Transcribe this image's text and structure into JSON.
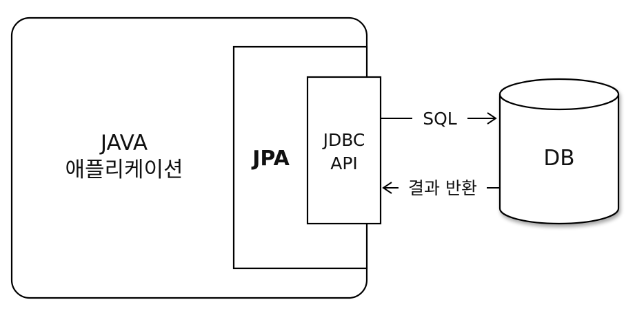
{
  "diagram": {
    "app": {
      "line1": "JAVA",
      "line2": "애플리케이션"
    },
    "jpa": {
      "label": "JPA"
    },
    "jdbc": {
      "line1": "JDBC",
      "line2": "API"
    },
    "request": {
      "label": "SQL"
    },
    "response": {
      "label": "결과 반환"
    },
    "db": {
      "label": "DB"
    }
  }
}
